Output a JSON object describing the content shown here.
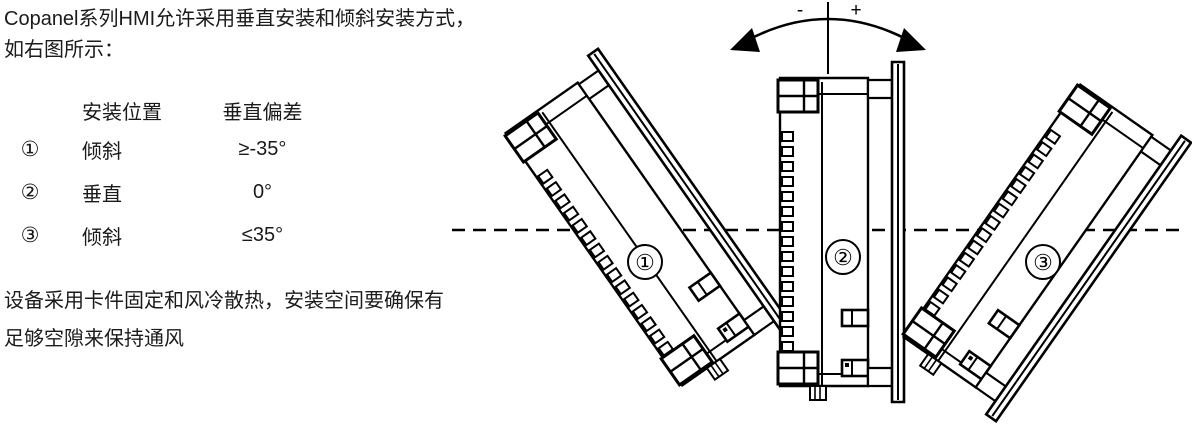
{
  "doc": {
    "intro": "Copanel系列HMI允许采用垂直安装和倾斜安装方式，\n如右图所示：",
    "note": "设备采用卡件固定和风冷散热，安装空间要确保有\n足够空隙来保持通风"
  },
  "spec_table": {
    "headers": {
      "mark": "",
      "position": "安装位置",
      "deviation": "垂直偏差"
    },
    "rows": [
      {
        "mark": "①",
        "position": "倾斜",
        "deviation": "≥-35°"
      },
      {
        "mark": "②",
        "position": "垂直",
        "deviation": "0°"
      },
      {
        "mark": "③",
        "position": "倾斜",
        "deviation": "≤35°"
      }
    ]
  },
  "diagram": {
    "rotation_arrow": {
      "minus_label": "-",
      "plus_label": "+"
    },
    "reference_line_label": "horizontal-reference-dashed-line",
    "devices": [
      {
        "id": "1",
        "callout": "①",
        "angle_deg": -35,
        "label": "tilted-left-hmi"
      },
      {
        "id": "2",
        "callout": "②",
        "angle_deg": 0,
        "label": "vertical-hmi"
      },
      {
        "id": "3",
        "callout": "③",
        "angle_deg": 35,
        "label": "tilted-right-hmi"
      }
    ],
    "colors": {
      "line": "#000000",
      "background": "#ffffff"
    }
  }
}
